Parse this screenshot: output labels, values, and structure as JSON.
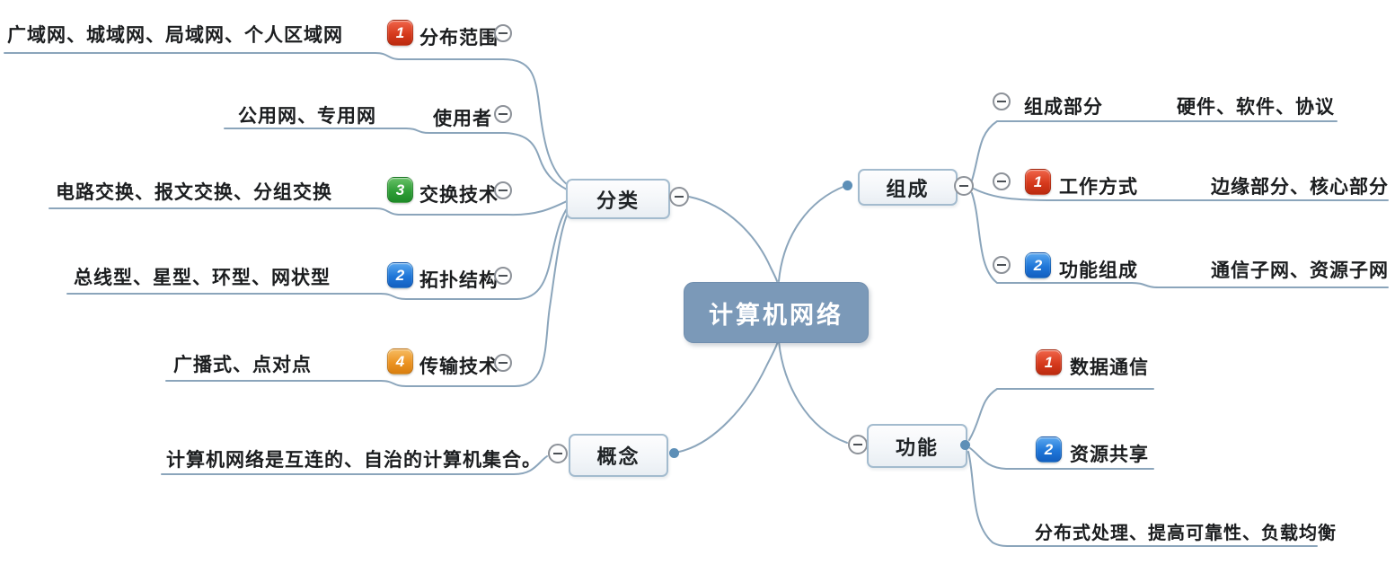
{
  "app": {
    "type": "mindmap",
    "topic": "computer-network-mindmap"
  },
  "root": {
    "label": "计算机网络"
  },
  "colors": {
    "root_fill": "#7b99b8",
    "line": "#8ba5bb",
    "node_border": "#a3bbce",
    "marker_red": "#d63a1d",
    "marker_green": "#2f9e37",
    "marker_blue": "#1f76d8",
    "marker_orange": "#ec9322"
  },
  "branches": {
    "fenlei": {
      "label": "分类",
      "children": [
        {
          "label": "分布范围",
          "marker": "1",
          "child": "广域网、城域网、局域网、个人区域网"
        },
        {
          "label": "使用者",
          "child": "公用网、专用网"
        },
        {
          "label": "交换技术",
          "marker": "3",
          "child": "电路交换、报文交换、分组交换"
        },
        {
          "label": "拓扑结构",
          "marker": "2",
          "child": "总线型、星型、环型、网状型"
        },
        {
          "label": "传输技术",
          "marker": "4",
          "child": "广播式、点对点"
        }
      ]
    },
    "gainian": {
      "label": "概念",
      "child": "计算机网络是互连的、自治的计算机集合。"
    },
    "zucheng": {
      "label": "组成",
      "children": [
        {
          "label": "组成部分",
          "child": "硬件、软件、协议"
        },
        {
          "label": "工作方式",
          "marker": "1",
          "child": "边缘部分、核心部分"
        },
        {
          "label": "功能组成",
          "marker": "2",
          "child": "通信子网、资源子网"
        }
      ]
    },
    "gongneng": {
      "label": "功能",
      "children": [
        {
          "label": "数据通信",
          "marker": "1"
        },
        {
          "label": "资源共享",
          "marker": "2"
        },
        {
          "label": "分布式处理、提高可靠性、负载均衡"
        }
      ]
    }
  }
}
